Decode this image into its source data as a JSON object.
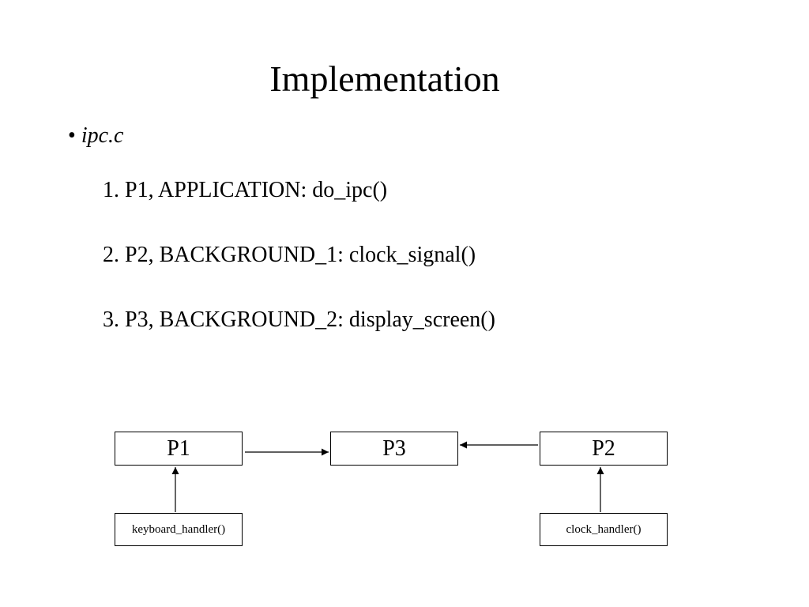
{
  "slide": {
    "title": "Implementation",
    "bullet_marker": "•",
    "bullet_text": "ipc.c",
    "steps": [
      "1. P1, APPLICATION: do_ipc()",
      "2. P2, BACKGROUND_1: clock_signal()",
      "3. P3, BACKGROUND_2: display_screen()"
    ]
  },
  "diagram": {
    "nodes": {
      "p1": "P1",
      "p3": "P3",
      "p2": "P2",
      "keyboard_handler": "keyboard_handler()",
      "clock_handler": "clock_handler()"
    },
    "edges": [
      {
        "from": "P1",
        "to": "P3"
      },
      {
        "from": "P2",
        "to": "P3"
      },
      {
        "from": "keyboard_handler()",
        "to": "P1"
      },
      {
        "from": "clock_handler()",
        "to": "P2"
      }
    ]
  }
}
